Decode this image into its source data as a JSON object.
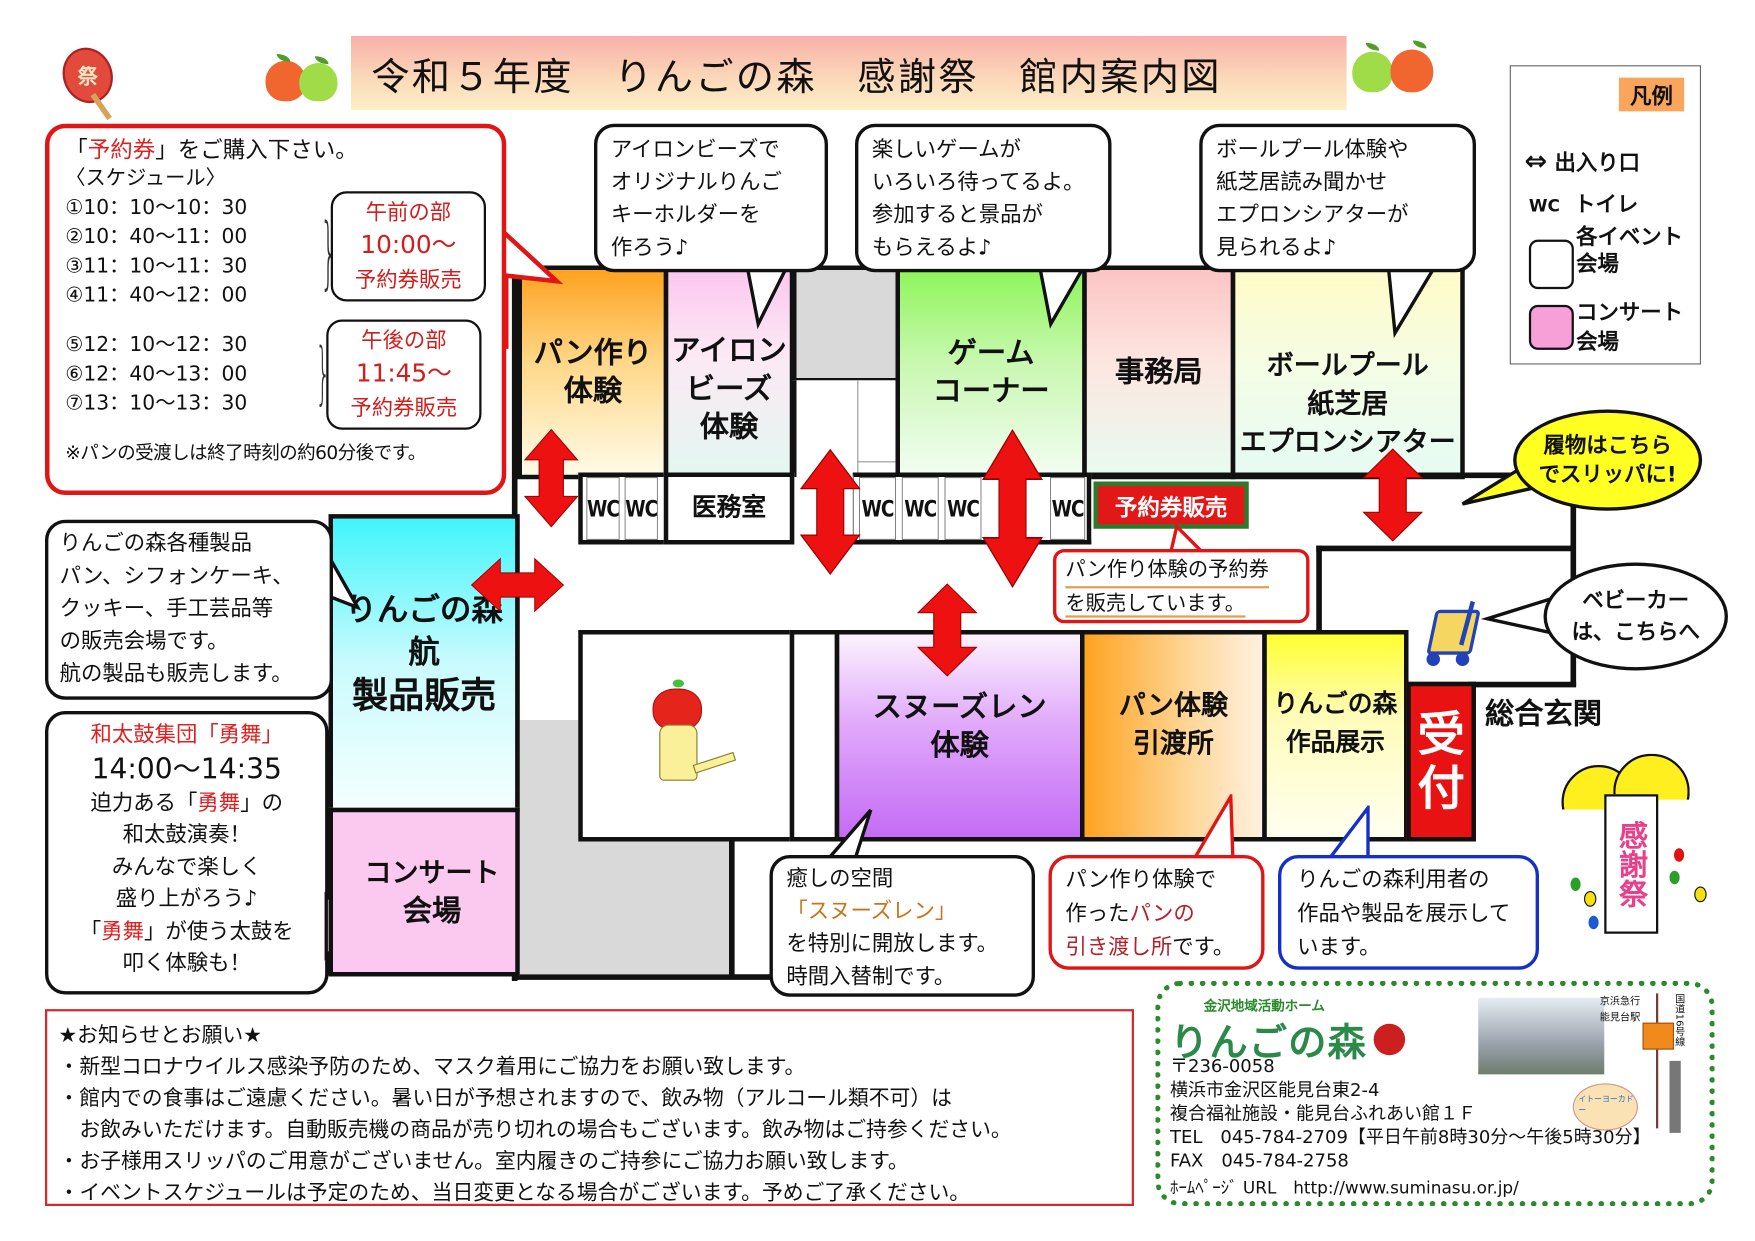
{
  "title": {
    "text": "令和５年度　りんごの森　感謝祭　館内案内図"
  },
  "fan_icon": {
    "label": "祭"
  },
  "reservation": {
    "heading_pre": "「",
    "heading_hl": "予約券",
    "heading_post": "」をご購入下さい。",
    "schedule_label": "〈スケジュール〉",
    "morning_slots": [
      "①10：10〜10：30",
      "②10：40〜11：00",
      "③11：10〜11：30",
      "④11：40〜12：00"
    ],
    "afternoon_slots": [
      "⑤12：10〜12：30",
      "⑥12：40〜13：00",
      "⑦13：10〜13：30"
    ],
    "morning_box": [
      "午前の部",
      "10:00〜",
      "予約券販売"
    ],
    "afternoon_box": [
      "午後の部",
      "11:45〜",
      "予約券販売"
    ],
    "note": "※パンの受渡しは終了時刻の約60分後です。"
  },
  "callouts": {
    "iron_beads": [
      "アイロンビーズで",
      "オリジナルりんご",
      "キーホルダーを",
      "作ろう♪"
    ],
    "game": [
      "楽しいゲームが",
      "いろいろ待ってるよ。",
      "参加すると景品が",
      "もらえるよ♪"
    ],
    "ball_pool": [
      "ボールプール体験や",
      "紙芝居読み聞かせ",
      "エプロンシアターが",
      "見られるよ♪"
    ],
    "products": [
      "りんごの森各種製品",
      "パン、シフォンケーキ、",
      "クッキー、手工芸品等",
      "の販売会場です。",
      "航の製品も販売します。"
    ],
    "taiko": {
      "group": "和太鼓集団「勇舞」",
      "time": "14:00〜14:35",
      "line1_pre": "迫力ある「",
      "line1_hl": "勇舞",
      "line1_post": "」の",
      "line2": "和太鼓演奏！",
      "line3": "みんなで楽しく",
      "line4": "盛り上がろう♪",
      "line5_pre": "「",
      "line5_hl": "勇舞",
      "line5_post": "」が使う太鼓を",
      "line6": "叩く体験も！"
    },
    "snoezelen": {
      "line1": "癒しの空間",
      "line2": "「スヌーズレン」",
      "line3": "を特別に開放します。",
      "line4": "時間入替制です。"
    },
    "bread_pickup": {
      "line1": "パン作り体験で",
      "line2_pre": "作った",
      "line2_hl": "パンの",
      "line3_hl": "引き渡し所",
      "line3_post": "です。"
    },
    "exhibit": [
      "りんごの森利用者の",
      "作品や製品を展示して",
      "います。"
    ],
    "ticket_sale": [
      "パン作り体験の予約券",
      "を販売しています。"
    ],
    "slippers": [
      "履物はこちら",
      "でスリッパに!"
    ],
    "stroller": [
      "ベビーカー",
      "は、こちらへ"
    ]
  },
  "rooms": {
    "bread_making": [
      "パン作り",
      "体験"
    ],
    "iron_beads": [
      "アイロン",
      "ビーズ",
      "体験"
    ],
    "game_corner": [
      "ゲーム",
      "コーナー"
    ],
    "office": "事務局",
    "ball_pool": [
      "ボールプール",
      "紙芝居",
      "エプロンシアター"
    ],
    "products_sale": [
      "りんごの森",
      "航",
      "製品販売"
    ],
    "concert": [
      "コンサート",
      "会場"
    ],
    "snoezelen": [
      "スヌーズレン",
      "体験"
    ],
    "bread_pickup": [
      "パン体験",
      "引渡所"
    ],
    "exhibit": [
      "りんごの森",
      "作品展示"
    ],
    "reception": [
      "受",
      "付"
    ],
    "medical": "医務室",
    "wc": "WC",
    "ticket_booth": "予約券販売",
    "entrance": "総合玄関"
  },
  "legend": {
    "title": "凡例",
    "items": [
      {
        "symbol": "⇔",
        "label": "出入り口"
      },
      {
        "symbol": "WC",
        "label": "トイレ"
      },
      {
        "symbol": "white-bubble",
        "label": "各イベント会場"
      },
      {
        "symbol": "pink-bubble",
        "label": "コンサート会場"
      }
    ]
  },
  "badge": {
    "text": "感謝祭"
  },
  "notice": {
    "heading": "★お知らせとお願い★",
    "items": [
      "・新型コロナウイルス感染予防のため、マスク着用にご協力をお願い致します。",
      "・館内での食事はご遠慮ください。暑い日が予想されますので、飲み物（アルコール類不可）は",
      "　お飲みいただけます。自動販売機の商品が売り切れの場合もございます。飲み物はご持参ください。",
      "・お子様用スリッパのご用意がございません。室内履きのご持参にご協力お願い致します。",
      "・イベントスケジュールは予定のため、当日変更となる場合がございます。予めご了承ください。"
    ]
  },
  "info": {
    "subtitle": "金沢地域活動ホーム",
    "name": "りんごの森",
    "postal": "〒236-0058",
    "address1": "横浜市金沢区能見台東2-4",
    "address2": "複合福祉施設・能見台ふれあい館１Ｆ",
    "tel": "TEL　045-784-2709【平日午前8時30分〜午後5時30分】",
    "fax": "FAX　045-784-2758",
    "url": "ﾎｰﾑﾍﾟｰｼﾞ URL　http://www.suminasu.or.jp/",
    "map_labels": {
      "railway": "京浜急行",
      "station": "能見台駅",
      "route": "国道16号線",
      "store": "イトーヨーカドー"
    }
  },
  "colors": {
    "accent_red": "#e01515",
    "arrow_red": "#ee1111",
    "green_frame": "#2b8a2b",
    "legend_tag": "#f9a65c"
  }
}
